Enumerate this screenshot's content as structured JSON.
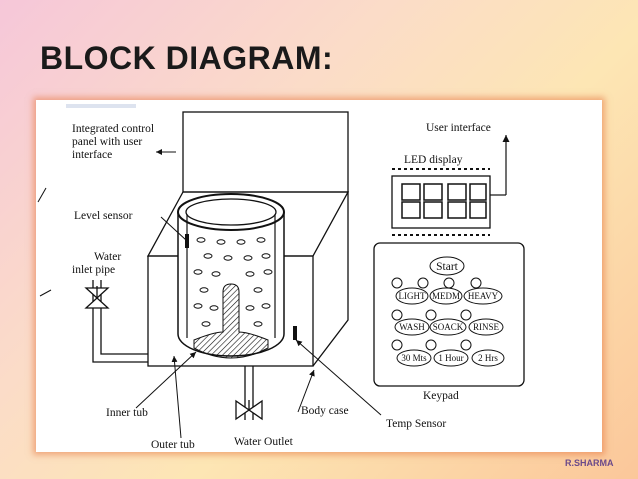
{
  "slide": {
    "title": "BLOCK DIAGRAM:",
    "author": "R.SHARMA"
  },
  "labels": {
    "control_panel": [
      "Integrated control",
      "panel with user",
      "interface"
    ],
    "level_sensor": "Level sensor",
    "water_inlet": [
      "Water",
      "inlet pipe"
    ],
    "inner_tub": "Inner tub",
    "outer_tub": "Outer tub",
    "water_outlet": "Water Outlet",
    "body_case": "Body case",
    "temp_sensor": "Temp Sensor",
    "user_interface": "User interface",
    "led_display": "LED display",
    "keypad": "Keypad"
  },
  "keypad_buttons": {
    "start": "Start",
    "light": "LIGHT",
    "medium": "MEDM",
    "heavy": "HEAVY",
    "wash": "WASH",
    "soak": "SOACK",
    "rinse": "RINSE",
    "min30": "30 Mts",
    "hour1": "1 Hour",
    "hrs2": "2 Hrs"
  },
  "colors": {
    "title": "#1a1a1a",
    "frame_glow": "#e67846",
    "author": "#6b4a8a"
  }
}
